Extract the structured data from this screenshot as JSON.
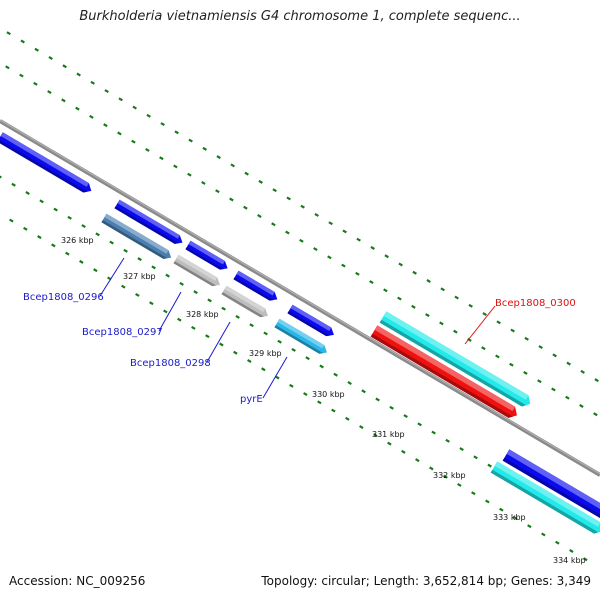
{
  "title": "Burkholderia vietnamiensis G4 chromosome 1, complete sequenc...",
  "footer": {
    "accession": "Accession: NC_009256",
    "summary": "Topology: circular; Length: 3,652,814 bp; Genes: 3,349"
  },
  "colors": {
    "backbone": "#8a8a8a",
    "tick": "#1a7a1a",
    "gene_blue": "#0a0af0",
    "gene_steel": "#4a7fb0",
    "gene_gray": "#bdbdbd",
    "gene_skyblue": "#29b6e8",
    "gene_cyan": "#22eaea",
    "gene_red": "#f01010",
    "label_blue": "#1a1acc",
    "label_red": "#dd1111"
  },
  "scale_labels": [
    "326 kbp",
    "327 kbp",
    "328 kbp",
    "329 kbp",
    "330 kbp",
    "331 kbp",
    "332 kbp",
    "333 kbp",
    "334 kbp"
  ],
  "gene_labels": [
    {
      "name": "Bcep1808_0296",
      "color": "label_blue"
    },
    {
      "name": "Bcep1808_0297",
      "color": "label_blue"
    },
    {
      "name": "Bcep1808_0298",
      "color": "label_blue"
    },
    {
      "name": "pyrE",
      "color": "label_blue"
    },
    {
      "name": "Bcep1808_0300",
      "color": "label_red"
    }
  ],
  "genes": [
    {
      "id": "g1",
      "color": "gene_blue"
    },
    {
      "id": "g2",
      "color": "gene_blue"
    },
    {
      "id": "g3",
      "color": "gene_steel"
    },
    {
      "id": "g4",
      "color": "gene_blue"
    },
    {
      "id": "g5",
      "color": "gene_gray"
    },
    {
      "id": "g6",
      "color": "gene_blue"
    },
    {
      "id": "g7",
      "color": "gene_gray"
    },
    {
      "id": "g8",
      "color": "gene_blue"
    },
    {
      "id": "g9",
      "color": "gene_skyblue"
    },
    {
      "id": "g10",
      "color": "gene_cyan"
    },
    {
      "id": "g11",
      "color": "gene_red"
    },
    {
      "id": "g12",
      "color": "gene_blue"
    },
    {
      "id": "g13",
      "color": "gene_cyan"
    }
  ]
}
